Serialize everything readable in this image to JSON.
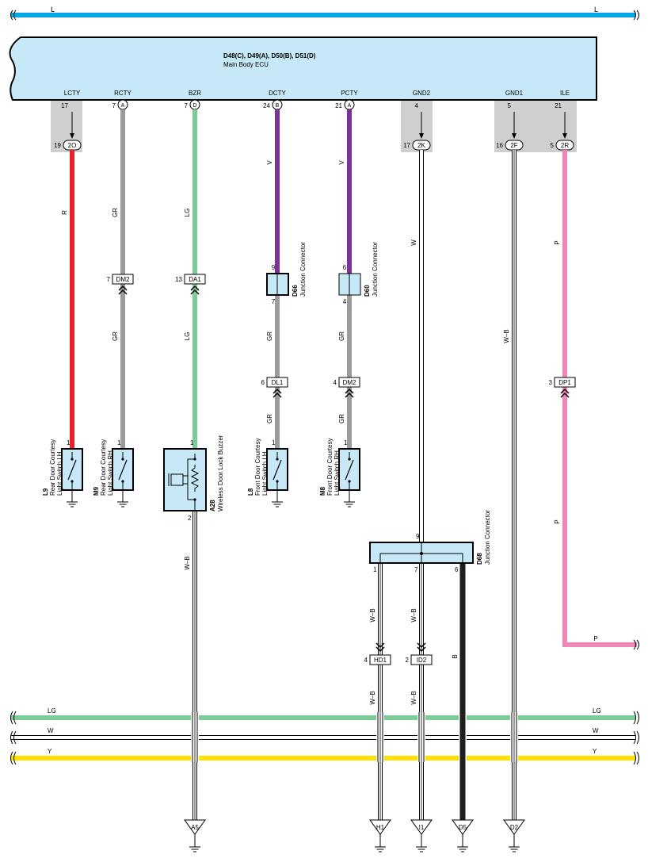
{
  "bus_top": {
    "label_left": "L",
    "label_right": "L",
    "color": "#00a6e8"
  },
  "ecu": {
    "title": "D48(C), D49(A), D50(B), D51(D)",
    "subtitle": "Main Body ECU",
    "fill": "#c7e8f7"
  },
  "ecu_pins": [
    {
      "name": "LCTY",
      "pin": "17",
      "conn": "",
      "bot_pin": "19",
      "bot_conn": "2O"
    },
    {
      "name": "RCTY",
      "pin": "7",
      "conn": "A",
      "bot_pin": "",
      "bot_conn": ""
    },
    {
      "name": "BZR",
      "pin": "7",
      "conn": "D",
      "bot_pin": "",
      "bot_conn": ""
    },
    {
      "name": "DCTY",
      "pin": "24",
      "conn": "B",
      "bot_pin": "",
      "bot_conn": ""
    },
    {
      "name": "PCTY",
      "pin": "21",
      "conn": "A",
      "bot_pin": "",
      "bot_conn": ""
    },
    {
      "name": "GND2",
      "pin": "4",
      "conn": "",
      "bot_pin": "17",
      "bot_conn": "2K"
    },
    {
      "name": "GND1",
      "pin": "5",
      "conn": "",
      "bot_pin": "16",
      "bot_conn": "2F"
    },
    {
      "name": "ILE",
      "pin": "21",
      "conn": "",
      "bot_pin": "5",
      "bot_conn": "2R"
    }
  ],
  "wire_colors": {
    "R": "#e8202a",
    "GR": "#9b9b9b",
    "LG": "#7dcb96",
    "V": "#7b3296",
    "W": "#ffffff",
    "P": "#ef86b8",
    "B": "#1e1e1e",
    "Y": "#ffe000"
  },
  "wire_labels": {
    "r1": "R",
    "gr1": "GR",
    "gr2": "GR",
    "lg1": "LG",
    "lg2": "LG",
    "v1": "V",
    "gr3": "GR",
    "gr4": "GR",
    "v2": "V",
    "gr5": "GR",
    "gr6": "GR",
    "w1": "W",
    "wb1": "W–B",
    "p1": "P",
    "p2": "P",
    "p3": "P",
    "wb2": "W–B",
    "wb3": "W–B",
    "wb4": "W–B",
    "wb5": "W–B",
    "wb6": "W–B",
    "b1": "B"
  },
  "inline_connectors": [
    {
      "pin": "7",
      "name": "DM2"
    },
    {
      "pin": "13",
      "name": "DA1"
    },
    {
      "pin": "6",
      "name": "DL1"
    },
    {
      "pin": "4",
      "name": "DM2"
    },
    {
      "pin": "3",
      "name": "DP1"
    },
    {
      "pin": "4",
      "name": "HD1"
    },
    {
      "pin": "2",
      "name": "ID2"
    }
  ],
  "junctions": [
    {
      "code": "D66",
      "label": "Junction Connector",
      "pin_top": "9",
      "pin_bot": "7"
    },
    {
      "code": "D60",
      "label": "Junction Connector",
      "pin_top": "6",
      "pin_bot": "4"
    },
    {
      "code": "D68",
      "label": "Junction Connector",
      "pin_top": "9",
      "pin_1": "1",
      "pin_2": "7",
      "pin_3": "6"
    }
  ],
  "switches": [
    {
      "code": "L9",
      "line1": "Rear Door Courtesy",
      "line2": "Light Switch LH",
      "pin": "1"
    },
    {
      "code": "M9",
      "line1": "Rear Door Courtesy",
      "line2": "Light Switch RH",
      "pin": "1"
    },
    {
      "code": "L8",
      "line1": "Front Door Courtesy",
      "line2": "Light Switch LH",
      "pin": "1"
    },
    {
      "code": "M8",
      "line1": "Front Door Courtesy",
      "line2": "Light Switch RH",
      "pin": "1"
    }
  ],
  "buzzer": {
    "code": "A28",
    "label": "Wireless Door Lock Buzzer",
    "pin_top": "1",
    "pin_bot": "2"
  },
  "buses": [
    {
      "label": "LG",
      "color": "#7dcb96"
    },
    {
      "label": "W",
      "color": "#ffffff"
    },
    {
      "label": "Y",
      "color": "#ffe000"
    }
  ],
  "grounds": [
    "A5",
    "H1",
    "I1",
    "D5",
    "D2"
  ]
}
